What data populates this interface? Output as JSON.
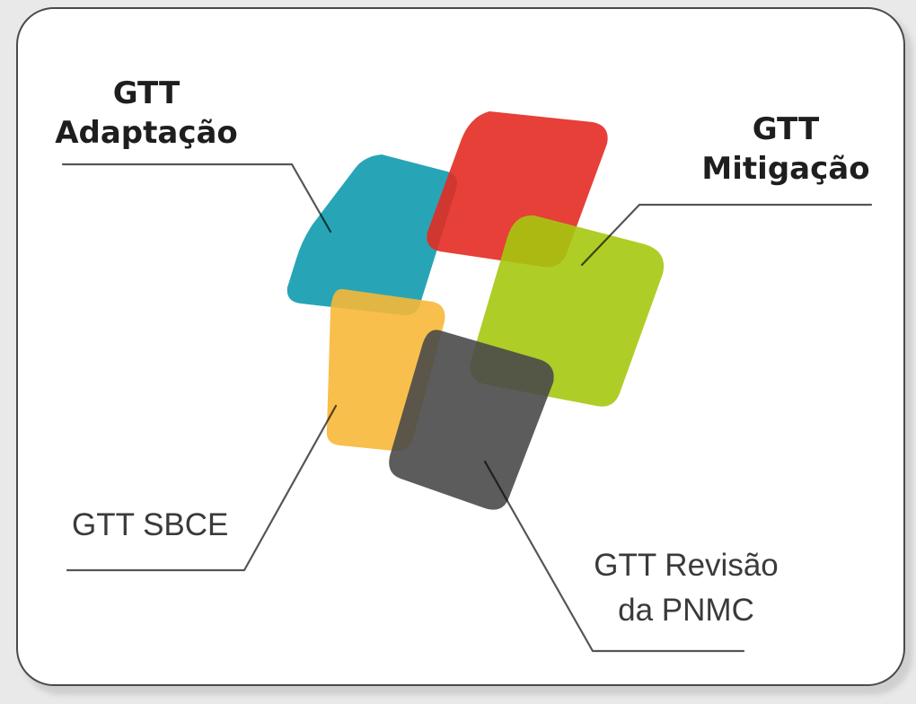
{
  "groups": {
    "adaptacao": {
      "line1": "GTT",
      "line2": "Adaptação",
      "color": "#0f9bae"
    },
    "mitigacao": {
      "line1": "GTT",
      "line2": "Mitigação",
      "color": "#e32b24"
    },
    "green": {
      "color": "#a6c80f"
    },
    "sbce": {
      "line1": "GTT SBCE",
      "color": "#f7b838"
    },
    "revisao": {
      "line1": "GTT Revisão",
      "line2": "da PNMC",
      "color": "#4a4a4a"
    }
  }
}
